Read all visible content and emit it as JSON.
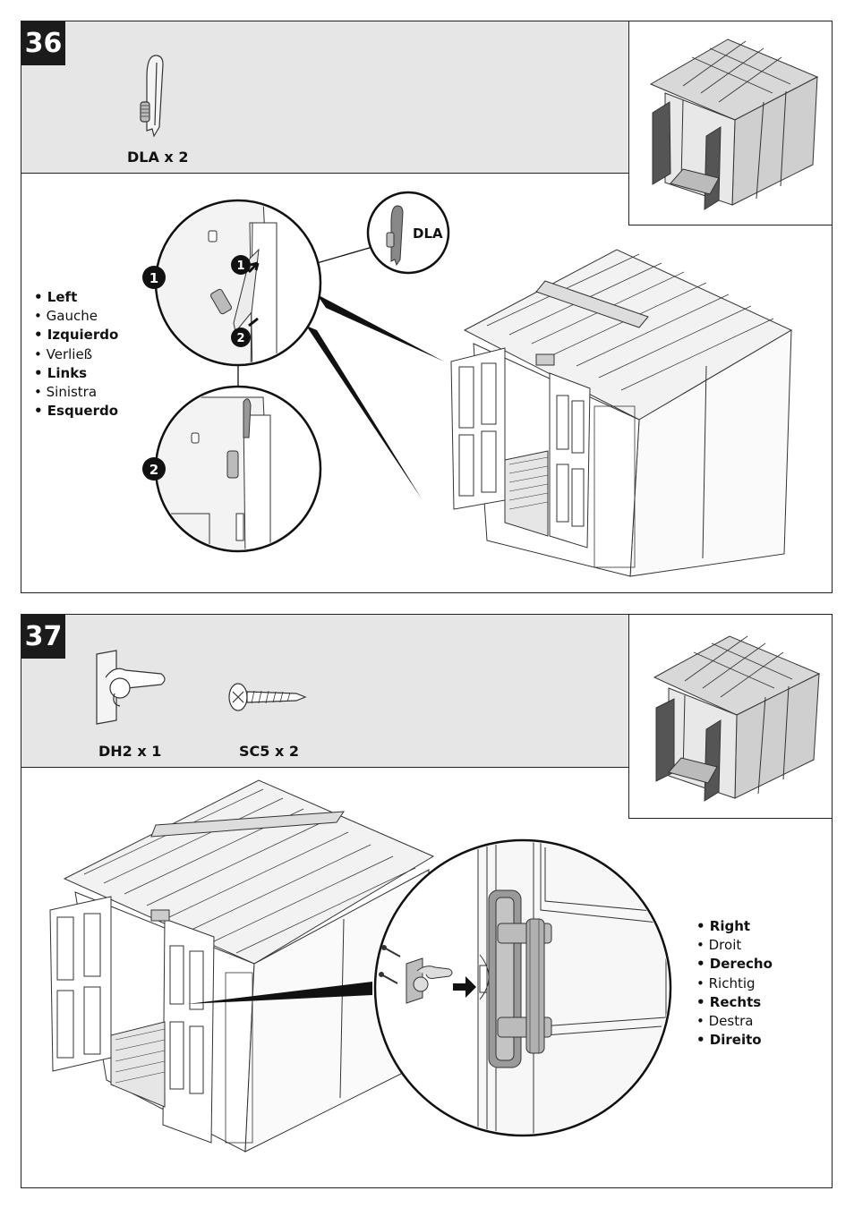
{
  "steps": [
    {
      "number": "36",
      "parts": [
        {
          "code": "DLA x 2",
          "icon": "door-latch-icon"
        }
      ],
      "callouts": {
        "part": "DLA",
        "marker_1": "1",
        "marker_2": "2",
        "arrow_1": "1",
        "arrow_2": "2"
      },
      "languages": [
        "• Left",
        "Gauche",
        "• Izquierdo",
        "Verließ",
        "• Links",
        "Sinistra",
        "• Esquerdo"
      ]
    },
    {
      "number": "37",
      "parts": [
        {
          "code": "DH2 x 1",
          "icon": "door-hinge-icon"
        },
        {
          "code": "SC5 x 2",
          "icon": "screw-icon"
        }
      ],
      "languages": [
        "• Right",
        "Droit",
        "• Derecho",
        "Richtig",
        "• Rechts",
        "Destra",
        "• Direito"
      ]
    }
  ],
  "colors": {
    "panel_gray": "#e6e6e6",
    "badge": "#1b1b1b",
    "door_dark": "#555555",
    "hinge_gray": "#b8b8b8"
  }
}
